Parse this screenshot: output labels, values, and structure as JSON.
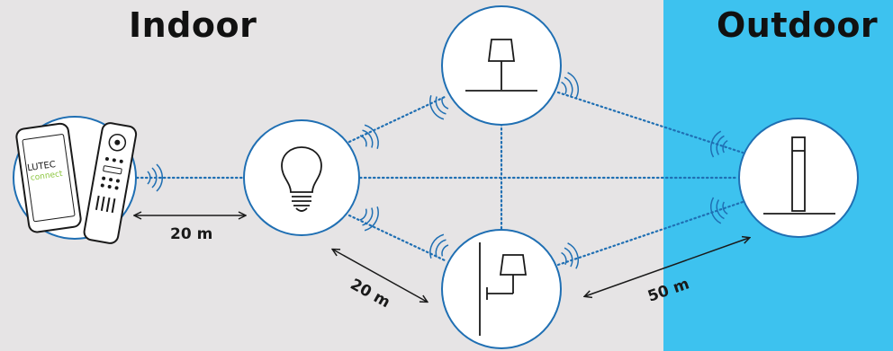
{
  "zones": {
    "indoor": "Indoor",
    "outdoor": "Outdoor"
  },
  "distances": {
    "remote_to_bulb": "20 m",
    "bulb_to_wall_lamp": "20 m",
    "wall_lamp_to_bollard": "50 m"
  },
  "phone": {
    "brand_line1": "LUTEC",
    "brand_line2": "connect"
  },
  "colors": {
    "indoor_bg": "#e6e4e5",
    "outdoor_bg": "#3dc2ef",
    "node_stroke": "#1f6fb3",
    "link": "#1f6fb3",
    "brand_green": "#8cc63f"
  },
  "devices": [
    {
      "id": "controllers",
      "icon": "phone-and-remote-icon"
    },
    {
      "id": "bulb",
      "icon": "light-bulb-icon"
    },
    {
      "id": "table-lamp",
      "icon": "table-lamp-icon"
    },
    {
      "id": "wall-lamp",
      "icon": "wall-lamp-icon"
    },
    {
      "id": "bollard",
      "icon": "garden-bollard-icon"
    }
  ]
}
